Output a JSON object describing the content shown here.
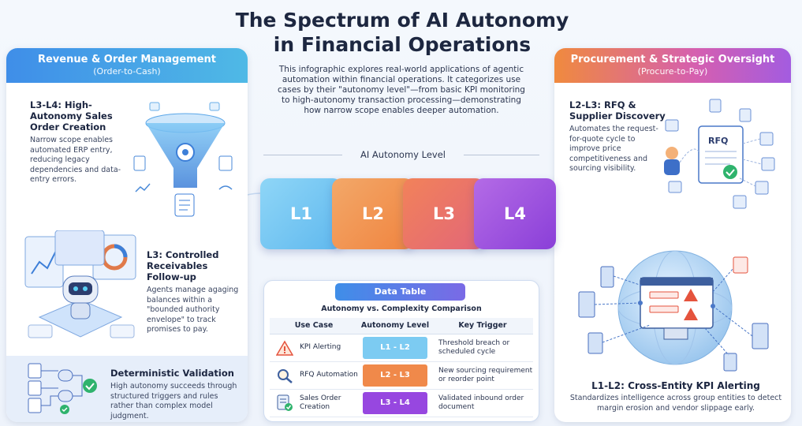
{
  "title": {
    "line1": "The Spectrum of AI Autonomy",
    "line2": "in Financial Operations"
  },
  "intro": "This infographic explores real-world applications of agentic automation within financial operations. It categorizes use cases by their \"autonomy level\"—from basic KPI monitoring to high-autonomy transaction processing—demonstrating how narrow scope enables deeper automation.",
  "left_panel": {
    "title": "Revenue & Order Management",
    "subtitle": "(Order-to-Cash)",
    "sections": [
      {
        "title": "L3-L4: High-Autonomy Sales Order Creation",
        "description": "Narrow scope enables automated ERP entry, reducing legacy dependencies and data-entry errors."
      },
      {
        "title": "L3: Controlled Receivables Follow-up",
        "description": "Agents manage agaging balances within a \"bounded authority envelope\" to track promises to pay."
      },
      {
        "title": "Deterministic Validation",
        "description": "High autonomy succeeds through structured triggers and rules rather than complex model judgment."
      }
    ]
  },
  "right_panel": {
    "title": "Procurement & Strategic Oversight",
    "subtitle": "(Procure-to-Pay)",
    "sections": [
      {
        "title": "L2-L3: RFQ & Supplier Discovery",
        "description": "Automates the request-for-quote cycle to improve price competitiveness and sourcing visibility."
      },
      {
        "title": "L1-L2: Cross-Entity KPI Alerting",
        "description": "Standardizes intelligence across group entities to detect margin erosion and vendor slippage early."
      }
    ],
    "rfq_label": "RFQ"
  },
  "autonomy": {
    "title": "AI Autonomy Level",
    "levels": [
      {
        "label": "L1",
        "color": "#6fc6f2"
      },
      {
        "label": "L2",
        "color": "#f29a55"
      },
      {
        "label": "L3",
        "color": "#ec7f5c"
      },
      {
        "label": "L4",
        "color": "#9b4fe0"
      }
    ]
  },
  "data_table": {
    "tag": "Data Table",
    "subtitle": "Autonomy vs. Complexity Comparison",
    "headers": [
      "Use Case",
      "Autonomy Level",
      "Key Trigger"
    ],
    "rows": [
      {
        "use_case": "KPI Alerting",
        "icon": "warning-icon",
        "level": "L1 - L2",
        "level_color": "#7ccbf2",
        "trigger": "Threshold breach or scheduled cycle"
      },
      {
        "use_case": "RFQ Automation",
        "icon": "magnifier-icon",
        "level": "L2 - L3",
        "level_color": "#f0894a",
        "trigger": "New sourcing requirement or reorder point"
      },
      {
        "use_case": "Sales Order Creation",
        "icon": "document-check-icon",
        "level": "L3 - L4",
        "level_color": "#9747e0",
        "trigger": "Validated inbound order document"
      }
    ]
  },
  "colors": {
    "blue_accent": "#3f8ee8",
    "orange_accent": "#f08a3e",
    "purple_accent": "#a35ce0",
    "check_green": "#2fb36d",
    "alert_red": "#e5533d"
  }
}
